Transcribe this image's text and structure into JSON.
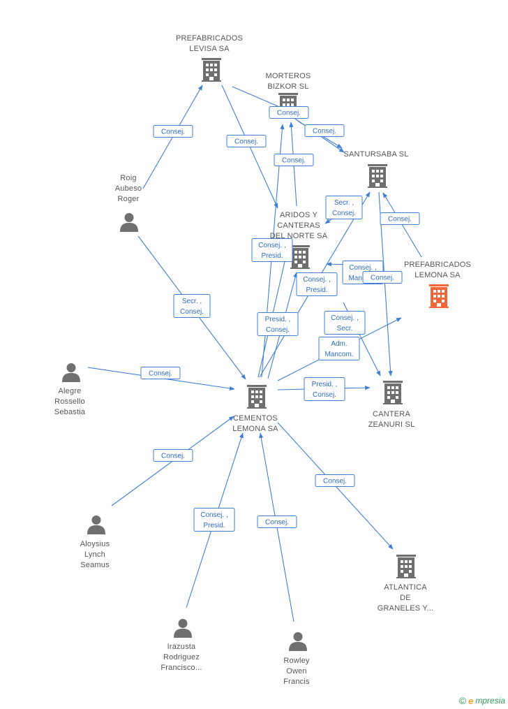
{
  "colors": {
    "edge": "#3f7fd6",
    "edge_text": "#2f6cc4",
    "company": "#6f6f6f",
    "company_highlight": "#f2663a",
    "person": "#6f6f6f",
    "label": "#555555"
  },
  "nodes": [
    {
      "id": "prefabricados_levisa",
      "type": "company",
      "lines": [
        "PREFABRICADOS",
        "LEVISA SA"
      ]
    },
    {
      "id": "morteros_bizkor",
      "type": "company",
      "lines": [
        "MORTEROS",
        "BIZKOR SL"
      ]
    },
    {
      "id": "santursaba",
      "type": "company",
      "lines": [
        "SANTURSABA SL"
      ]
    },
    {
      "id": "aridos",
      "type": "company",
      "lines": [
        "ARIDOS Y",
        "CANTERAS",
        "DEL NORTE SA"
      ]
    },
    {
      "id": "prefabricados_lemona",
      "type": "company",
      "highlight": true,
      "lines": [
        "PREFABRICADOS",
        "LEMONA SA"
      ]
    },
    {
      "id": "cementos_lemona",
      "type": "company",
      "lines": [
        "CEMENTOS",
        "LEMONA SA"
      ]
    },
    {
      "id": "cantera_zeanuri",
      "type": "company",
      "lines": [
        "CANTERA",
        "ZEANURI SL"
      ]
    },
    {
      "id": "atlantica",
      "type": "company",
      "lines": [
        "ATLANTICA",
        "DE",
        "GRANELES Y..."
      ]
    },
    {
      "id": "roig",
      "type": "person",
      "lines": [
        "Roig",
        "Aubeso",
        "Roger"
      ]
    },
    {
      "id": "alegre",
      "type": "person",
      "lines": [
        "Alegre",
        "Rossello",
        "Sebastia"
      ]
    },
    {
      "id": "aloysius",
      "type": "person",
      "lines": [
        "Aloysius",
        "Lynch",
        "Seamus"
      ]
    },
    {
      "id": "irazusta",
      "type": "person",
      "lines": [
        "Irazusta",
        "Rodriguez",
        "Francisco..."
      ]
    },
    {
      "id": "rowley",
      "type": "person",
      "lines": [
        "Rowley",
        "Owen",
        "Francis"
      ]
    }
  ],
  "edges": [
    {
      "id": "e1",
      "lines": [
        "Consej."
      ]
    },
    {
      "id": "e2",
      "lines": [
        "Consej."
      ]
    },
    {
      "id": "e3",
      "lines": [
        "Consej."
      ]
    },
    {
      "id": "e4",
      "lines": [
        "Consej."
      ]
    },
    {
      "id": "e5",
      "lines": [
        "Consej."
      ]
    },
    {
      "id": "e6",
      "lines": [
        "Secr. ,",
        "Consej."
      ]
    },
    {
      "id": "e7",
      "lines": [
        "Consej."
      ]
    },
    {
      "id": "e8",
      "lines": [
        "Consej. ,",
        "Presid."
      ]
    },
    {
      "id": "e9",
      "lines": [
        "Consej. ,",
        "Presid."
      ]
    },
    {
      "id": "e10",
      "lines": [
        "Consej. ,",
        "Mancom."
      ]
    },
    {
      "id": "e11",
      "lines": [
        "Consej."
      ]
    },
    {
      "id": "e12",
      "lines": [
        "Presid. ,",
        "Consej."
      ]
    },
    {
      "id": "e13",
      "lines": [
        "Consej. ,",
        "Secr."
      ]
    },
    {
      "id": "e14",
      "lines": [
        "Adm.",
        "Mancom."
      ]
    },
    {
      "id": "e15",
      "lines": [
        "Presid. ,",
        "Consej."
      ]
    },
    {
      "id": "e16",
      "lines": [
        "Secr. ,",
        "Consej."
      ]
    },
    {
      "id": "e17",
      "lines": [
        "Consej."
      ]
    },
    {
      "id": "e18",
      "lines": [
        "Consej."
      ]
    },
    {
      "id": "e19",
      "lines": [
        "Consej. ,",
        "Presid."
      ]
    },
    {
      "id": "e20",
      "lines": [
        "Consej."
      ]
    },
    {
      "id": "e21",
      "lines": [
        "Consej."
      ]
    }
  ],
  "brand": {
    "copyright": "©",
    "mark": "e",
    "name": "mpresia"
  }
}
